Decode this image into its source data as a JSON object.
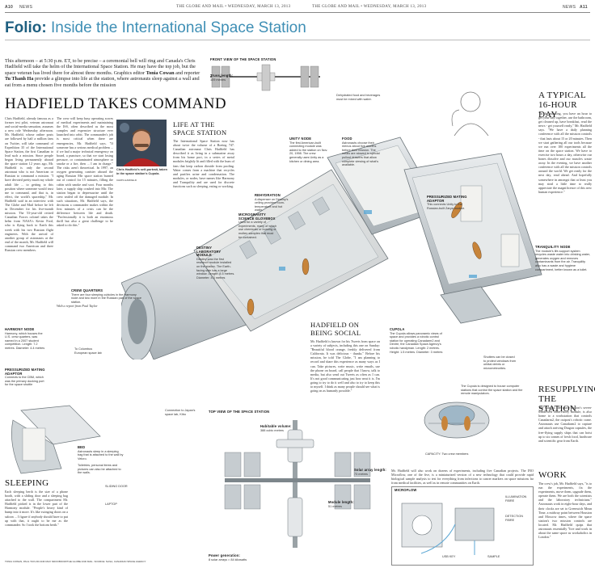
{
  "header": {
    "left_page": "A10",
    "left_section": "NEWS",
    "left_paper": "THE GLOBE AND MAIL • WEDNESDAY, MARCH 13, 2013",
    "right_paper": "THE GLOBE AND MAIL • WEDNESDAY, MARCH 13, 2013",
    "right_section": "NEWS",
    "right_page": "A11"
  },
  "folio": {
    "prefix": "Folio:",
    "title": "Inside the International Space Station"
  },
  "intro": {
    "part1": "This afternoon – at 5:30 p.m. ET, to be precise – a ceremonial bell will ring and Canada's Chris Hadfield will take the helm of the International Space Station. He may have the top job, but the space veteran has lived there for almost three months. Graphics editor ",
    "editor": "Tonia Cowan",
    "part2": " and reporter ",
    "reporter": "Tu Thanh Ha",
    "part3": " provide a glimpse into life at the station, where astronauts sleep against a wall and eat from a menu chosen five months before the mission"
  },
  "headline": "HADFIELD TAKES COMMAND",
  "story": {
    "col1": "Chris Hadfield, already famous as a former test pilot, veteran astronaut and social-media sensation, assumes a new role Wednesday afternoon. Mr. Hadfield, whose online posts are followed by half a million fans on Twitter, will take command of Expedition 35 of the International Space Station, the first Canadian to lead such a mission. Since people began living permanently aboard the space station 12 years ago, Mr. Hadfield is only the second astronaut who is not American or Russian to command a mission. \"I have devoted pretty much my whole adult life ... to getting to this position where someone would trust me to command, and that is, in effect, the world's spaceship,\" Mr. Hadfield said in an interview with The Globe and Mail before he left in December for his five-month mission. The 53-year-old retired Canadian Forces colonel takes the helm from NASA's Kevin Ford, who is flying back to Earth this week with his two Russian flight engineers. With the arrival of another group of astronauts at the end of the month, Mr. Hadfield will command two American and three Russian crew members.",
    "col2": "The crew will keep busy operating scores of medical experiments and maintaining the ISS, often described as the most complex and expensive structure ever launched into orbit. The commander's job is most critical when there are emergencies, Mr. Hadfield says. \"If someone has a serious medical problem ... if we had a major technical emergency on board, a puncture, so that we start losing pressure, or contaminated atmosphere or smoke or a fire, then ... I am in charge.\" The risks aren't theoretical. In 1997, an oxygen generating canister aboard the aging Russian Mir space station burned out of control for 15 minutes, filling the cabin with smoke and soot. Four months later, a supply ship crashed into Mir. The station began to depressurize until the crew sealed off the damaged module. In such situations, Mr. Hadfield says, the decisions a commander makes within the first minutes of a crisis can be the difference between life and death. \"Professionally it is both an enormous thrill but also a great challenge to be asked to do this.\"",
    "byline": "With a report from Paul Taylor",
    "photo_caption": "Chris Hadfield's self-portrait, taken in the space station's Cupola.",
    "photo_credit": "CHRIS HADFIELD"
  },
  "life": {
    "title": "LIFE AT THE SPACE STATION",
    "text": "The International Space Station now has about twice the volume of a Boeing 747. Canadian astronaut Chris Hadfield has described it as living in a submarine away from his home port, in a series of metal modules brightly lit and filled with the hum of fans that keep carbon dioxide from pooling. Water comes from a machine that recycles and purifies urine and condensation. The modules, or nodes, have names like Harmony and Tranquility and are used for discrete functions such as sleeping, eating or working."
  },
  "front_view": {
    "title": "FRONT VIEW OF THE SPACE STATION",
    "label": "Truss length:",
    "value": "109 metres"
  },
  "top_view": {
    "title": "TOP VIEW OF THE SPACE STATION",
    "habitable_label": "Habitable volume:",
    "habitable_value": "388 cubic metres",
    "solar_label": "Solar array length:",
    "solar_value": "73 metres",
    "module_label": "Module length:",
    "module_value": "51 metres",
    "power_label": "Power generation:",
    "power_value": "8 solar arrays = 84 kilowatts"
  },
  "callouts": {
    "dehydrated": "Dehydrated food and beverages must be mixed with water.",
    "unity_title": "UNITY NODE",
    "unity": "The first American-built connecting module was added to the station on Nov. 20, 1998. The crew generally uses Unity as a kitchen or dining area.",
    "food_title": "FOOD",
    "food": "Astronauts choose their menus about five months before their mission. The meals are stowed in special pullout drawers that allow complete viewing of what's available.",
    "glovebox_title": "MICROGRAVITY SCIENCE GLOVEBOX",
    "glovebox": "Used for a variety of experiments, many of which use chemicals or burning or molten samples that must be contained.",
    "rehydration_title": "REHYDRATION",
    "rehydration": "A dispenser on Destiny's ceiling provides room-temperature and hot water.",
    "destiny_title": "DESTINY LABORATORY MODULE",
    "destiny": "Destiny was the first research module installed on the station. The Earth-facing side has a large window. Length: 8.5 metres. Diameter: 4.3 metres",
    "pma_title": "PRESSURIZED MATING ADAPTOR",
    "pma": "This connects Unity to the Russian-built Zarya module.",
    "crew_title": "CREW QUARTERS",
    "crew": "There are four sleeping cubicles in the Harmony node and two more in the Russian part of the space station.",
    "columbus": "To Columbus European space lab",
    "harmony_title": "HARMONY NODE",
    "harmony": "Harmony, which houses the U.S. crew quarters, was named in a 2007 student competition. Length: 7.2 metres. Diameter: 4.4 metres",
    "pma2_title": "PRESSURIZED MATING ADAPTOR",
    "pma2": "Connects to the CBM, which was the primary docking port for the space shuttle",
    "kibo": "Connection to Japan's space lab, Kibo",
    "cupola_title": "CUPOLA",
    "cupola": "The Cupola allows panoramic views of space and provides a robotic control station for operating Canadarm2 and Dextre, the Canadian Space Agency's robotic handyman. Length: 2 metres. Height: 1.5 metres. Diameter: 3 metres",
    "shutters": "Shutters can be closed to protect windows from orbital debris or micrometeorites.",
    "cupola_note": "The Cupola is designed to house computer stations that control the space station and the remote manipulators.",
    "tranquility_title": "TRANQUILITY NODE",
    "tranquility": "The module's life-support system recycles waste water into drinking water, generates oxygen and removes contaminants from the air. Tranquility also has a waste and hygiene compartment, better known as a toilet.",
    "capacity": "CAPACITY: Two crew members",
    "bed_title": "BED",
    "bed": "Astronauts sleep in a sleeping bag that is attached to the wall by Velcro.",
    "toiletries": "Toiletries, personal items and pictures can also be attached to the walls.",
    "sliding_door": "SLIDING DOOR",
    "laptop": "LAPTOP",
    "microflow_title": "MICROFLOW",
    "illumination": "ILLUMINATION FIBRE",
    "detection": "DETECTION FIBRE",
    "sample": "SAMPLE",
    "usb": "USB KEY",
    "microflow_text": "Mr. Hadfield will also work on dozens of experiments, including five Canadian projects. The INO Microflow, one of the five, is a miniaturized version of a new technology that could provide rapid biological sample analysis to test for everything from infections to cancer markers on space missions far from medical facilities, as well as in remote communities on Earth."
  },
  "social": {
    "title": "HADFIELD ON BEING SOCIAL",
    "text": "Mr. Hadfield is known for his Tweets from space on a variety of subjects, including this one on Sunday: \"Beautiful blood orange, freshly delivered from California. It was delicious - thanks.\" Before his mission, he told The Globe, \"I am planning to record and share this experience as many ways as I can. Take pictures, write music, write emails, use the phone on board, call people that I know, talk to media, but also send out Tweets as often as I can. It's not good communicating just how neat it is. I'm going to try to do it well and also to try to keep this to myself. I think as many people should see what is going on as humanly possible.\""
  },
  "typical_day": {
    "title": "A TYPICAL 16-HOUR DAY",
    "text": "\"In the morning, you have an hour to get your day together, use the bathroom, get cleaned up, have breakfast, read the news - get yourself ready,\" Mr. Hadfield says. \"We have a daily planning conference with all the mission controls - that lasts about 15 or 20 minutes. Then we start gathering all our tools because we run over 100 experiments all the time on the space station. We have to exercise two hours a day, otherwise our bones dissolve and our muscles waste away. In the evening, we have another conference with all the mission controls around the world. We get ready for the next day, read ahead. And hopefully somewhere in amongst that at least you may steal a little time to really appreciate the magnificence of this new human experience.\""
  },
  "resupply": {
    "title": "RESUPPLYING THE STATION",
    "text": "The Cupola, the space station's seven-windowed observatory module, is also home to a workstation that controls Canadarm2, the outpost's robotic crane. Astronauts use Canadarm2 to capture and attach arriving Dragon capsules, the free-flying supply ships that can hoist up to six tonnes of fresh food, hardware and scientific gear from Earth."
  },
  "work": {
    "title": "WORK",
    "text": "The crew's job, Mr. Hadfield says, \"is to run the experiments, fix the experiments, move them, upgrade them, operate them. We are both the scientists and the laboratory technicians.\" Astronauts work in eight-hour days, and their clocks are set to Greenwich Mean Time, a midway point between Houston and Moscow times, where the space station's two mission controls are located. Mr. Hadfield quips that astronauts essentially \"live and work in about the same space as workaholics in London.\""
  },
  "sleeping": {
    "title": "SLEEPING",
    "text": "Each sleeping berth is the size of a phone booth, with a sliding door and a sleeping bag attached to the wall. The compartment Mr. Hadfield picked is in the lower part of the Harmony module. \"People's heavy kind of bump into it more. It's like swinging doors on a saloon ... I figure if anybody should have to put up with that, it ought to be me as the commander. So I took the bottom berth.\""
  },
  "credit": "TONIA COWAN, PAUL TAYLOR AND MAX NDOOBOOM/THE GLOBE AND MAIL. SOURCE: NASA, CANADIAN SPACE AGENCY"
}
